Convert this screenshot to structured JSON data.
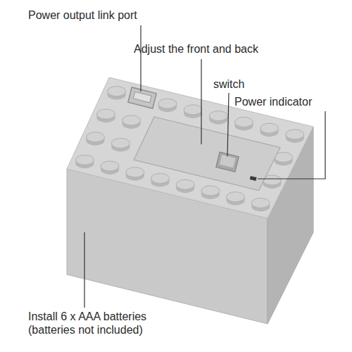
{
  "diagram": {
    "labels": [
      "Power output link port",
      "Adjust the front and back",
      "switch",
      "Power indicator",
      "Install 6 x AAA batteries (batteries not included)"
    ]
  }
}
